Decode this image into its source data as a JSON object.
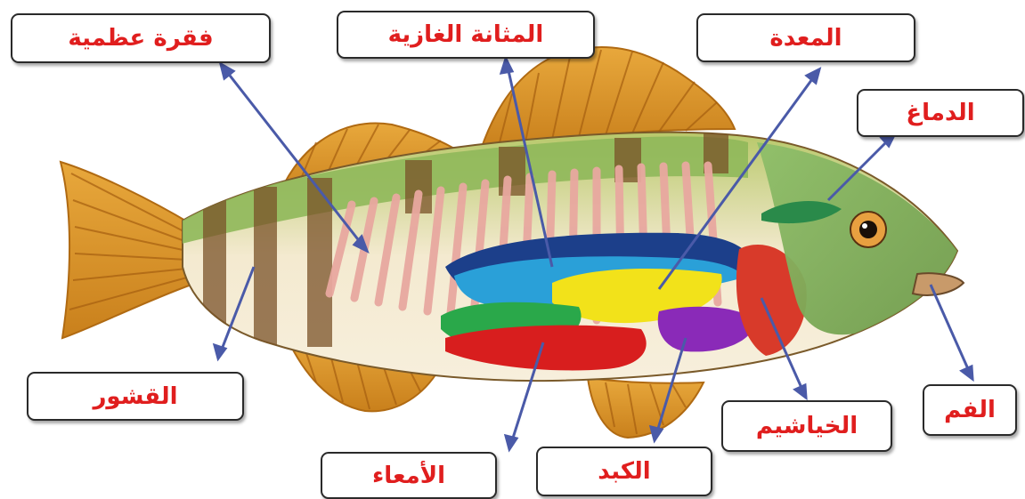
{
  "colors": {
    "label_text": "#e01e1e",
    "pointer_line": "#4a5aa8"
  },
  "labels": {
    "vertebra": "فقرة عظمية",
    "swim_bladder": "المثانة الغازية",
    "stomach": "المعدة",
    "brain": "الدماغ",
    "scales": "القشور",
    "intestines": "الأمعاء",
    "liver": "الكبد",
    "gills": "الخياشيم",
    "mouth": "الفم"
  }
}
